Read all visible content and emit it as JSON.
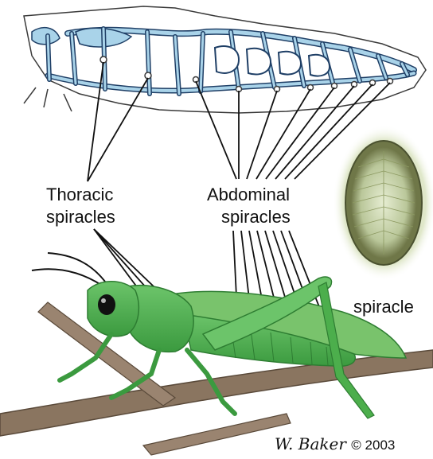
{
  "labels": {
    "thoracic_line1": "Thoracic",
    "thoracic_line2": "spiracles",
    "abdominal_line1": "Abdominal",
    "abdominal_line2": "spiracles",
    "spiracle": "spiracle"
  },
  "signature": {
    "artist": "W. Baker",
    "copyright": "© 2003"
  },
  "colors": {
    "trachea_fill": "#a9d3e9",
    "trachea_outline": "#1f3f66",
    "grasshopper_green": "#4cae4c",
    "grasshopper_dark": "#2e7d32",
    "twig": "#8a7560",
    "spiracle_ring": "#7a8052",
    "spiracle_center": "#d9e3c0"
  }
}
